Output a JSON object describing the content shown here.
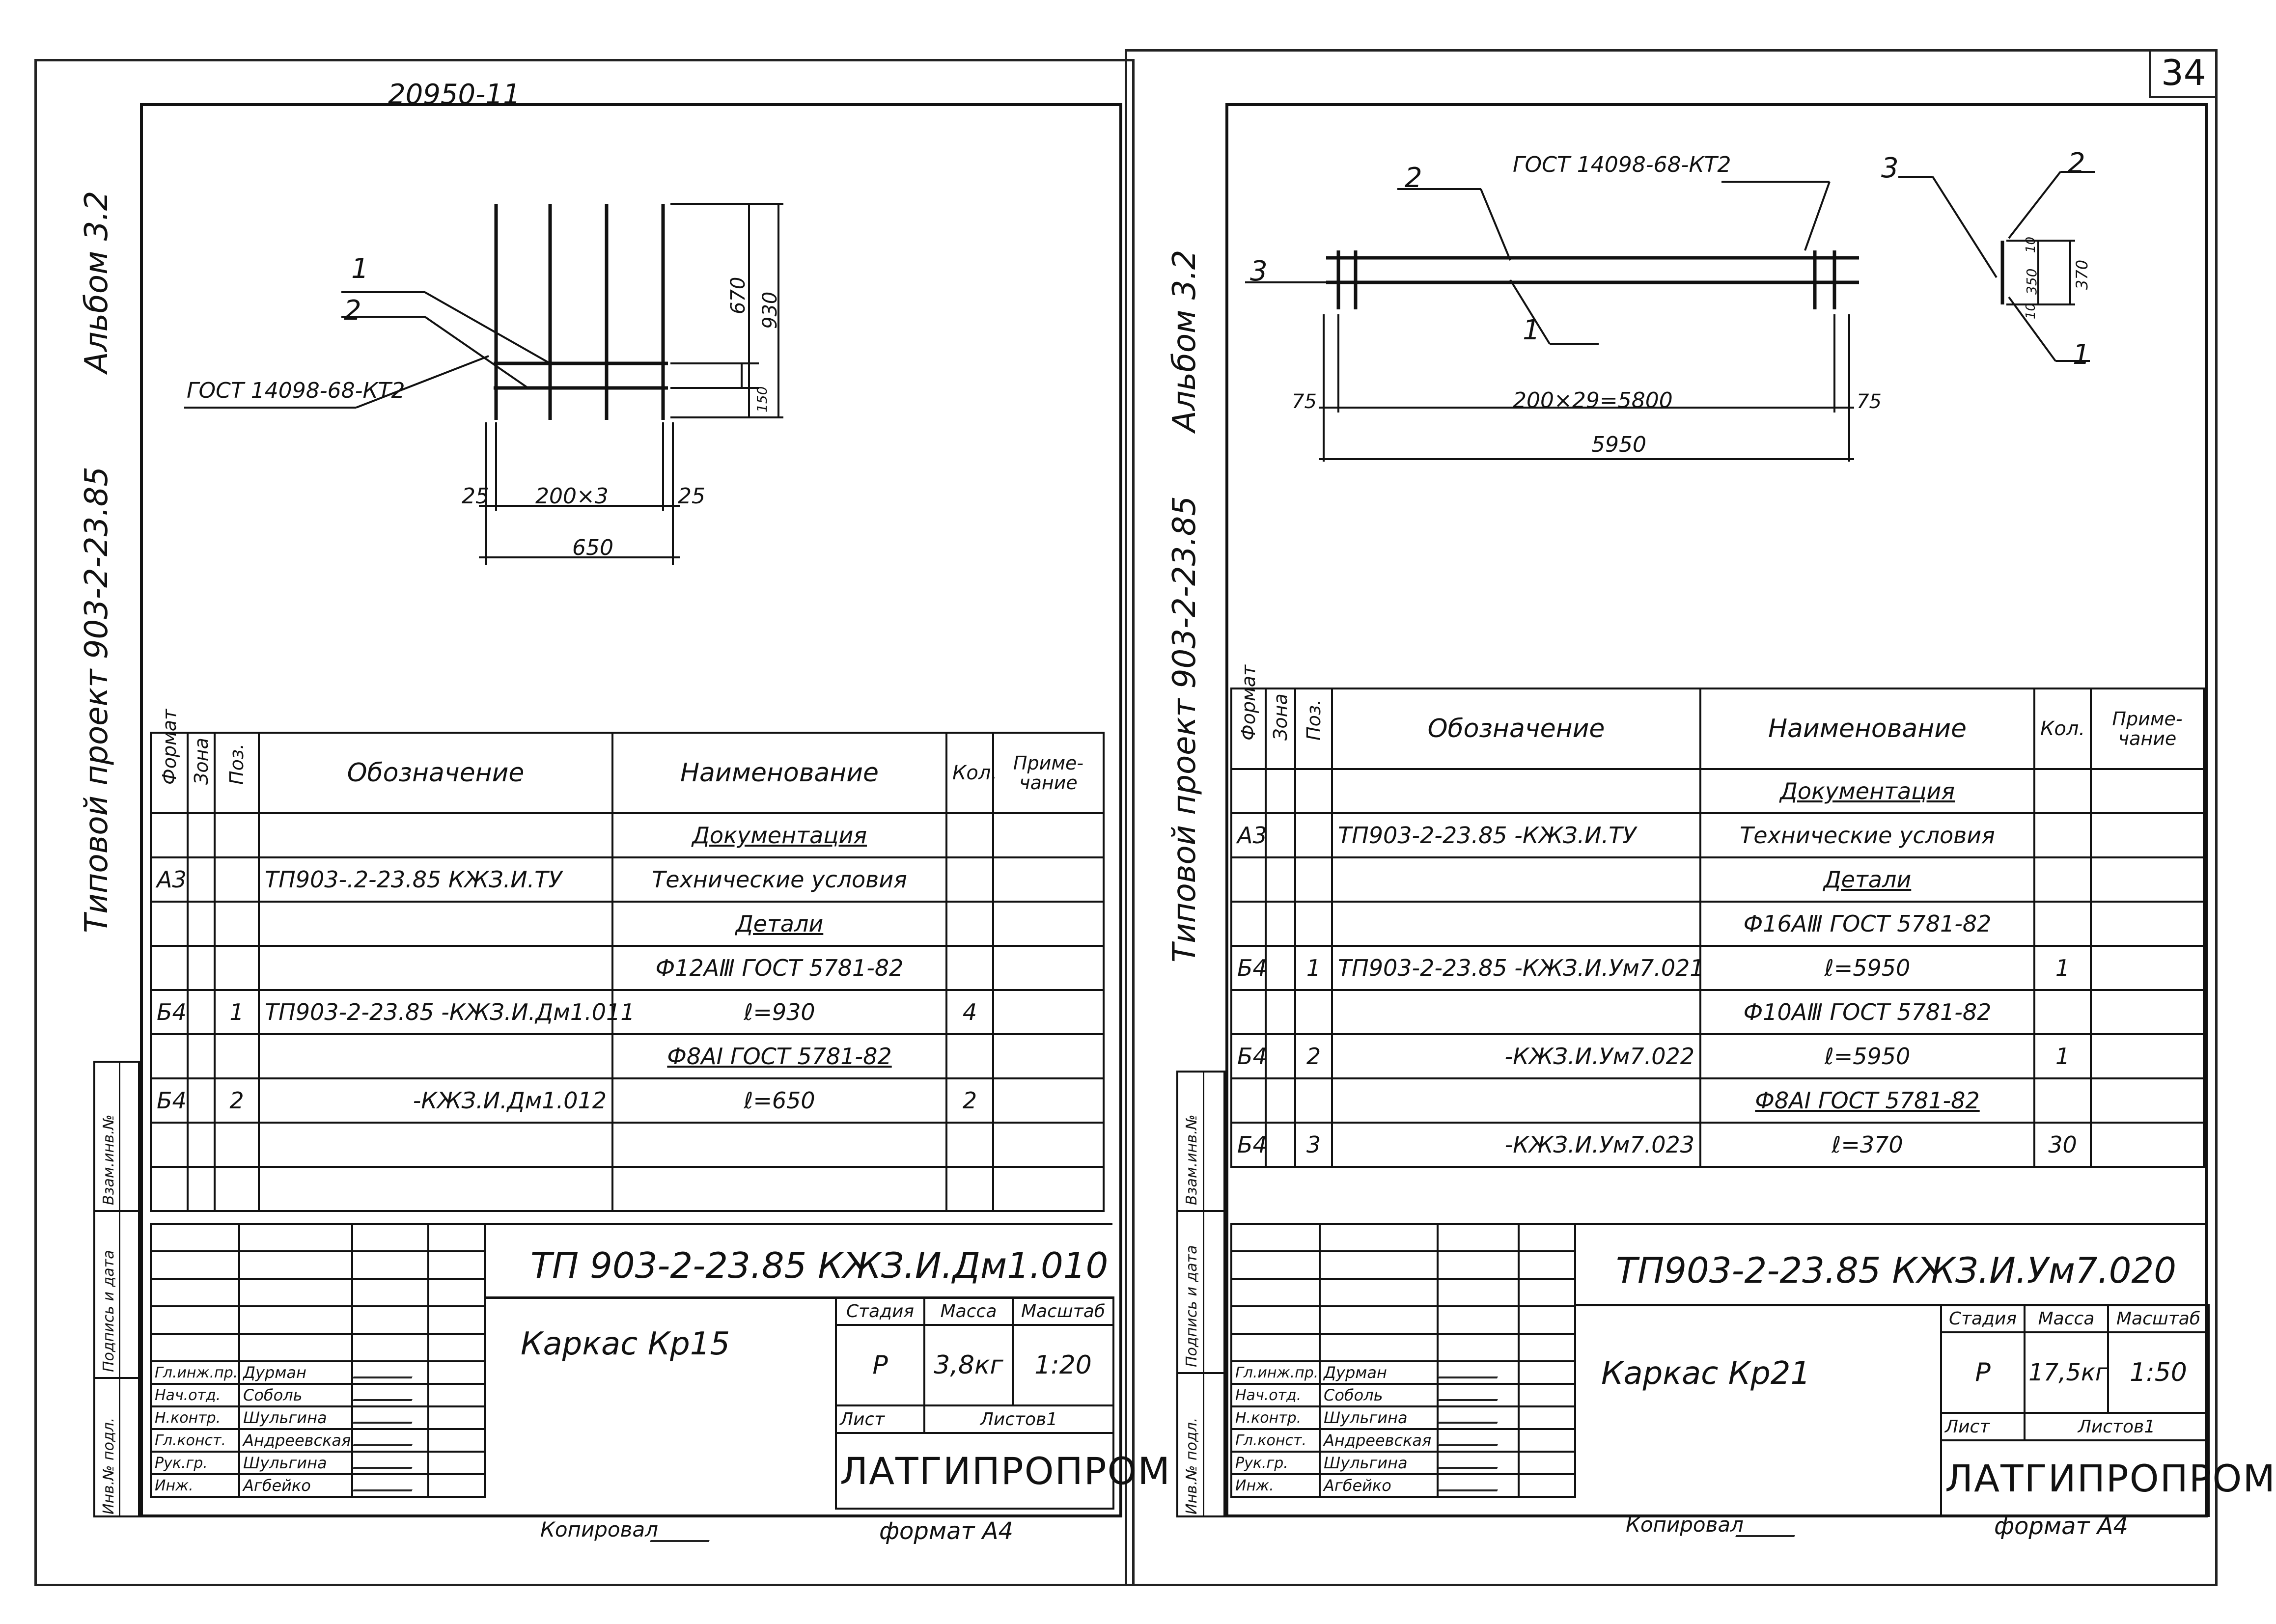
{
  "page_number": "34",
  "sheet_ref": "20950-11",
  "side_labels": {
    "album": "Альбом 3.2",
    "project": "Типовой проект 903-2-23.85",
    "inv_no": "Инв.№ подл.",
    "sign_date": "Подпись и дата",
    "vzam_inv": "Взам.инв.№"
  },
  "columns": {
    "format": "Формат",
    "zone": "Зона",
    "pos": "Поз.",
    "designation": "Обозначение",
    "name": "Наименование",
    "qty": "Кол.",
    "note": "Приме- чание"
  },
  "left_sheet": {
    "drawing": {
      "gost_label": "ГОСТ 14098-68-КТ2",
      "callout_1": "1",
      "callout_2": "2",
      "dim_left": "25",
      "dim_mid": "200×3",
      "dim_right": "25",
      "dim_total": "650",
      "dim_h1": "670",
      "dim_h2": "930",
      "dim_h3": "150"
    },
    "spec_rows": [
      {
        "format": "",
        "zone": "",
        "pos": "",
        "designation": "",
        "name": "Документация",
        "name_underlined": true,
        "qty": "",
        "note": ""
      },
      {
        "format": "А3",
        "zone": "",
        "pos": "",
        "designation": "ТП903-.2-23.85   КЖЗ.И.ТУ",
        "name": "Технические условия",
        "name_underlined": false,
        "qty": "",
        "note": ""
      },
      {
        "format": "",
        "zone": "",
        "pos": "",
        "designation": "",
        "name": "Детали",
        "name_underlined": true,
        "qty": "",
        "note": ""
      },
      {
        "format": "",
        "zone": "",
        "pos": "",
        "designation": "",
        "name": "Ф12АⅢ ГОСТ 5781-82",
        "name_underlined": false,
        "qty": "",
        "note": ""
      },
      {
        "format": "Б4",
        "zone": "",
        "pos": "1",
        "designation": "ТП903-2-23.85   -КЖЗ.И.Дм1.011",
        "name": "ℓ=930",
        "name_underlined": false,
        "qty": "4",
        "note": ""
      },
      {
        "format": "",
        "zone": "",
        "pos": "",
        "designation": "",
        "name": "Ф8АⅠ ГОСТ 5781-82",
        "name_underlined": true,
        "qty": "",
        "note": ""
      },
      {
        "format": "Б4",
        "zone": "",
        "pos": "2",
        "designation": "-КЖЗ.И.Дм1.012",
        "name": "ℓ=650",
        "name_underlined": false,
        "qty": "2",
        "note": ""
      },
      {
        "format": "",
        "zone": "",
        "pos": "",
        "designation": "",
        "name": "",
        "name_underlined": false,
        "qty": "",
        "note": ""
      },
      {
        "format": "",
        "zone": "",
        "pos": "",
        "designation": "",
        "name": "",
        "name_underlined": false,
        "qty": "",
        "note": ""
      }
    ],
    "title_block": {
      "code": "ТП 903-2-23.85     КЖЗ.И.Дм1.010",
      "item_name": "Каркас Кр15",
      "stage_label": "Стадия",
      "mass_label": "Масса",
      "scale_label": "Масштаб",
      "stage": "Р",
      "mass": "3,8кг",
      "scale": "1:20",
      "sheet_label": "Лист",
      "sheets_label": "Листов1",
      "org": "ЛАТГИПРОПРОМ",
      "people": [
        {
          "role": "Гл.инж.пр.",
          "name": "Дурман"
        },
        {
          "role": "Нач.отд.",
          "name": "Соболь"
        },
        {
          "role": "Н.контр.",
          "name": "Шульгина"
        },
        {
          "role": "Гл.конст.",
          "name": "Андреевская"
        },
        {
          "role": "Рук.гр.",
          "name": "Шульгина"
        },
        {
          "role": "Инж.",
          "name": "Агбейко"
        }
      ]
    },
    "copied": "Копировал",
    "format": "формат А4"
  },
  "right_sheet": {
    "drawing": {
      "gost_label": "ГОСТ 14098-68-КТ2",
      "callout_2": "2",
      "callout_3": "3",
      "callout_1": "1",
      "sec_callout_3": "3",
      "sec_callout_2": "2",
      "sec_callout_1": "1",
      "dim_left": "75",
      "dim_mid": "200×29=5800",
      "dim_right": "75",
      "dim_total": "5950",
      "sec_d1": "10",
      "sec_d2": "350",
      "sec_d3": "10",
      "sec_total": "370"
    },
    "spec_rows": [
      {
        "format": "",
        "zone": "",
        "pos": "",
        "designation": "",
        "name": "Документация",
        "name_underlined": true,
        "qty": "",
        "note": ""
      },
      {
        "format": "А3",
        "zone": "",
        "pos": "",
        "designation": "ТП903-2-23.85 -КЖЗ.И.ТУ",
        "name": "Технические условия",
        "name_underlined": false,
        "qty": "",
        "note": ""
      },
      {
        "format": "",
        "zone": "",
        "pos": "",
        "designation": "",
        "name": "Детали",
        "name_underlined": true,
        "qty": "",
        "note": ""
      },
      {
        "format": "",
        "zone": "",
        "pos": "",
        "designation": "",
        "name": "Ф16АⅢ ГОСТ 5781-82",
        "name_underlined": false,
        "qty": "",
        "note": ""
      },
      {
        "format": "Б4",
        "zone": "",
        "pos": "1",
        "designation": "ТП903-2-23.85 -КЖЗ.И.Ум7.021",
        "name": "ℓ=5950",
        "name_underlined": false,
        "qty": "1",
        "note": ""
      },
      {
        "format": "",
        "zone": "",
        "pos": "",
        "designation": "",
        "name": "Ф10АⅢ ГОСТ 5781-82",
        "name_underlined": false,
        "qty": "",
        "note": ""
      },
      {
        "format": "Б4",
        "zone": "",
        "pos": "2",
        "designation": "-КЖЗ.И.Ум7.022",
        "name": "ℓ=5950",
        "name_underlined": false,
        "qty": "1",
        "note": ""
      },
      {
        "format": "",
        "zone": "",
        "pos": "",
        "designation": "",
        "name": "Ф8АⅠ ГОСТ 5781-82",
        "name_underlined": true,
        "qty": "",
        "note": ""
      },
      {
        "format": "Б4",
        "zone": "",
        "pos": "3",
        "designation": "-КЖЗ.И.Ум7.023",
        "name": "ℓ=370",
        "name_underlined": false,
        "qty": "30",
        "note": ""
      }
    ],
    "title_block": {
      "code": "ТП903-2-23.85     КЖЗ.И.Ум7.020",
      "item_name": "Каркас Кр21",
      "stage_label": "Стадия",
      "mass_label": "Масса",
      "scale_label": "Масштаб",
      "stage": "Р",
      "mass": "17,5кг",
      "scale": "1:50",
      "sheet_label": "Лист",
      "sheets_label": "Листов1",
      "org": "ЛАТГИПРОПРОМ",
      "people": [
        {
          "role": "Гл.инж.пр.",
          "name": "Дурман"
        },
        {
          "role": "Нач.отд.",
          "name": "Соболь"
        },
        {
          "role": "Н.контр.",
          "name": "Шульгина"
        },
        {
          "role": "Гл.конст.",
          "name": "Андреевская"
        },
        {
          "role": "Рук.гр.",
          "name": "Шульгина"
        },
        {
          "role": "Инж.",
          "name": "Агбейко"
        }
      ]
    },
    "copied": "Копировал",
    "format": "формат А4"
  }
}
